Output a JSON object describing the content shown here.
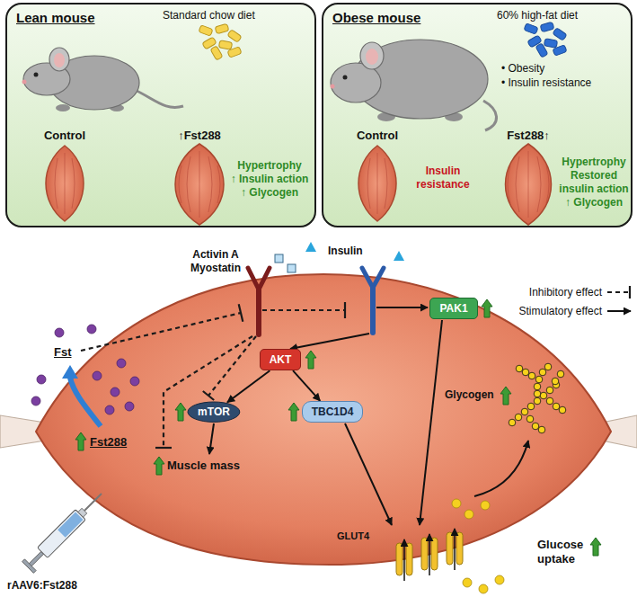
{
  "diagram": {
    "nodes": [
      {
        "text": [
          "Lean mouse",
          "Standard chow diet",
          "Control",
          "↑Fst288",
          "Hypertrophy",
          "↑ Insulin action",
          "↑ Glycogen"
        ]
      },
      {
        "text": [
          "Obese mouse",
          "60% high-fat diet",
          "• Obesity",
          "• Insulin resistance",
          "Control",
          "Fst288↑",
          "Insulin resistance",
          "Hypertrophy",
          "Restored insulin action",
          "↑ Glycogen"
        ]
      },
      {
        "text": [
          "AKT"
        ]
      },
      {
        "text": [
          "PAK1"
        ]
      },
      {
        "text": [
          "mTOR"
        ]
      },
      {
        "text": [
          "TBC1D4"
        ]
      }
    ],
    "edges": [
      {
        "from": 2,
        "to": 4,
        "arrow": "to"
      },
      {
        "from": 2,
        "to": 5,
        "arrow": "to"
      }
    ],
    "labels": [
      "Activin A",
      "Myostatin",
      "Insulin",
      "Fst",
      "Fst288",
      "rAAV6:Fst288",
      "Glycogen",
      "Muscle mass",
      "GLUT4",
      "Glucose uptake"
    ],
    "legend": [
      {
        "text": "Inhibitory effect"
      },
      {
        "text": "Stimulatory effect"
      }
    ]
  }
}
